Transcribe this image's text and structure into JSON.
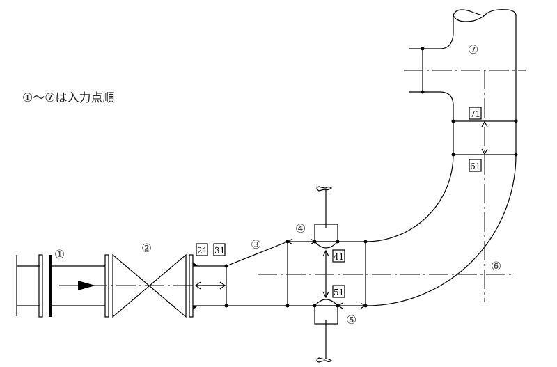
{
  "note": "①～⑦は入力点順",
  "points": [
    "①",
    "②",
    "③",
    "④",
    "⑤",
    "⑥",
    "⑦"
  ],
  "tags": [
    "21",
    "31",
    "41",
    "51",
    "61",
    "71"
  ]
}
